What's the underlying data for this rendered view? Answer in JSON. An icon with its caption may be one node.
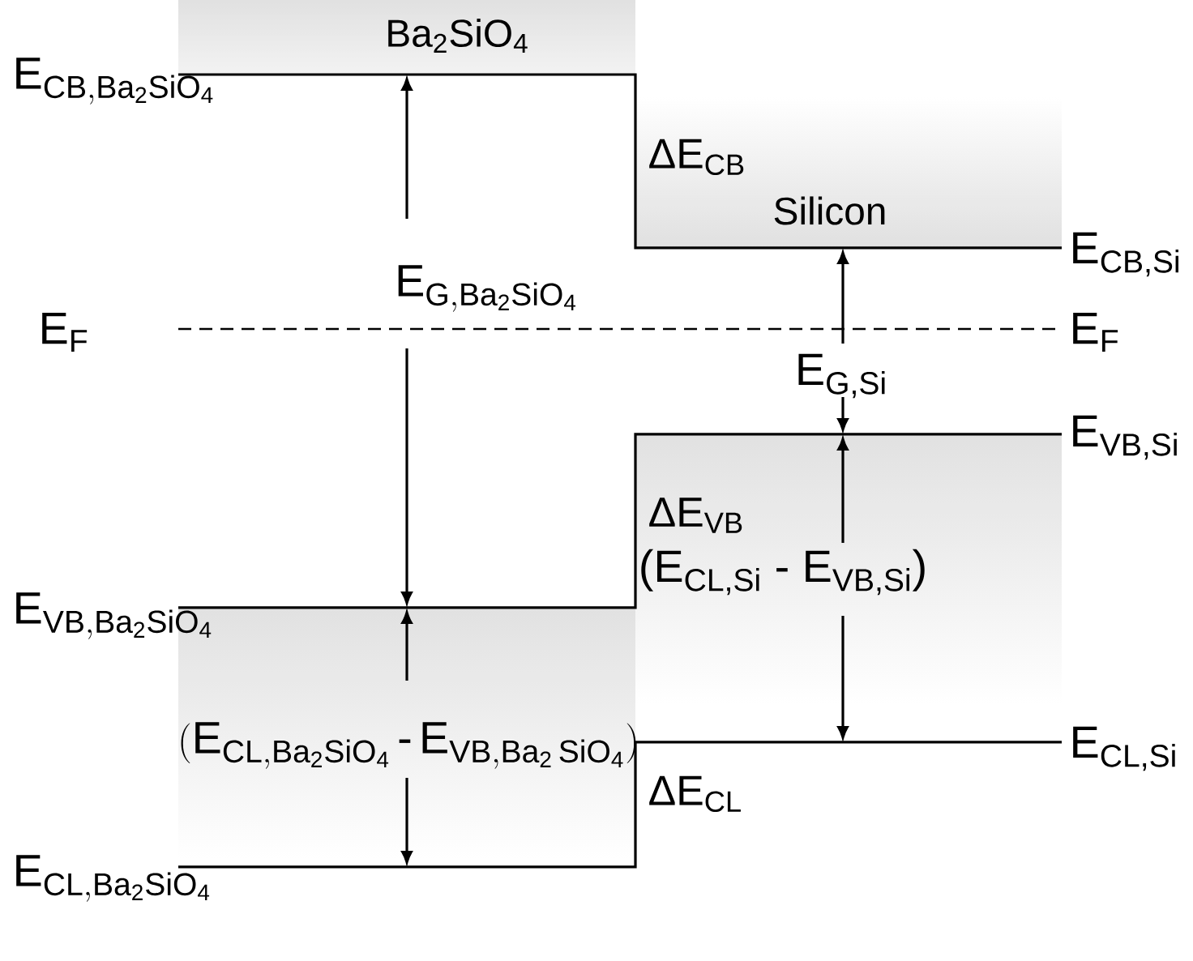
{
  "diagram": {
    "labels": [
      "Ba$_{2}$SiO$_{4}$",
      "\\mathrm{E_{CB{,}Ba_2SiO_4}}",
      "ΔE$_{CB}$",
      "Silicon",
      "E$_{CB,Si}$",
      "\\mathrm{E_{G{,}Ba_2SiO_4}}",
      "E$_{F}$",
      "E$_{F}$",
      "E$_{G,Si}$",
      "E$_{VB,Si}$",
      "ΔE$_{VB}$",
      "(E$_{CL,Si}$ - E$_{VB,Si}$)",
      "\\mathrm{E_{VB{,}Ba_2SiO_4}}",
      "\\mathrm{(E_{CL{,}Ba_2SiO_4}\\,\\text{-}\\,E_{VB{,}Ba_2\\,SiO_4})}",
      "E$_{CL,Si}$",
      "ΔE$_{CL}$",
      "\\mathrm{E_{CL{,}Ba_2SiO_4}}"
    ]
  }
}
